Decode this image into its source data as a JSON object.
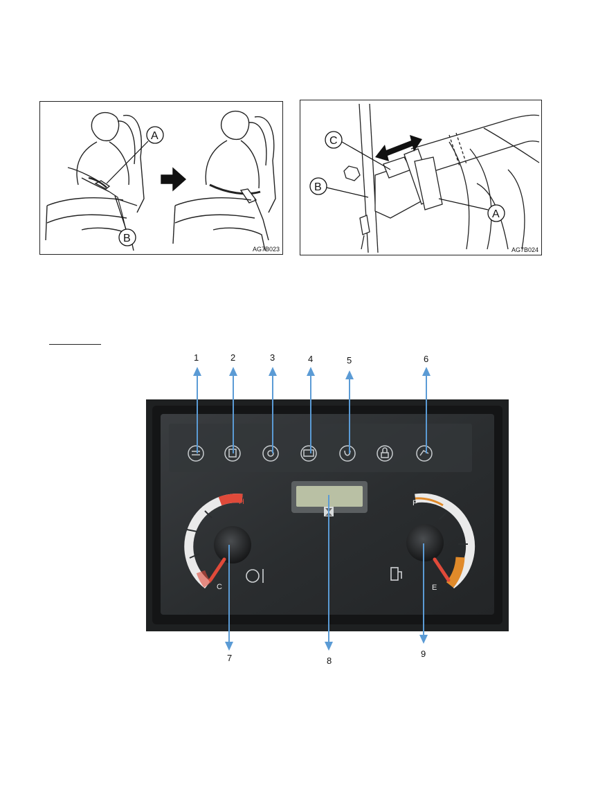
{
  "figure_left": {
    "callouts": [
      "A",
      "B"
    ],
    "code": "AG7B023"
  },
  "figure_right": {
    "callouts": [
      "C",
      "B",
      "A"
    ],
    "code": "AG7B024"
  },
  "panel": {
    "numbers": [
      "1",
      "2",
      "3",
      "4",
      "5",
      "6",
      "7",
      "8",
      "9"
    ],
    "temp_gauge": {
      "hot_label": "H",
      "cold_label": "C",
      "needle_level": 0.05
    },
    "fuel_gauge": {
      "full_label": "F",
      "empty_label": "E",
      "needle_level": 0.05
    },
    "indicator_icons": [
      "oil-pressure-icon",
      "air-filter-icon",
      "engine-warning-icon",
      "battery-charge-icon",
      "preheat-icon",
      "lock-icon",
      "hydraulic-icon"
    ]
  },
  "colors": {
    "panel_bg": "#2e3133",
    "gauge_red": "#e04a3a",
    "gauge_orange": "#e08a2a",
    "arrow_blue": "#5b9bd5",
    "lcd": "#b9c0a4"
  }
}
